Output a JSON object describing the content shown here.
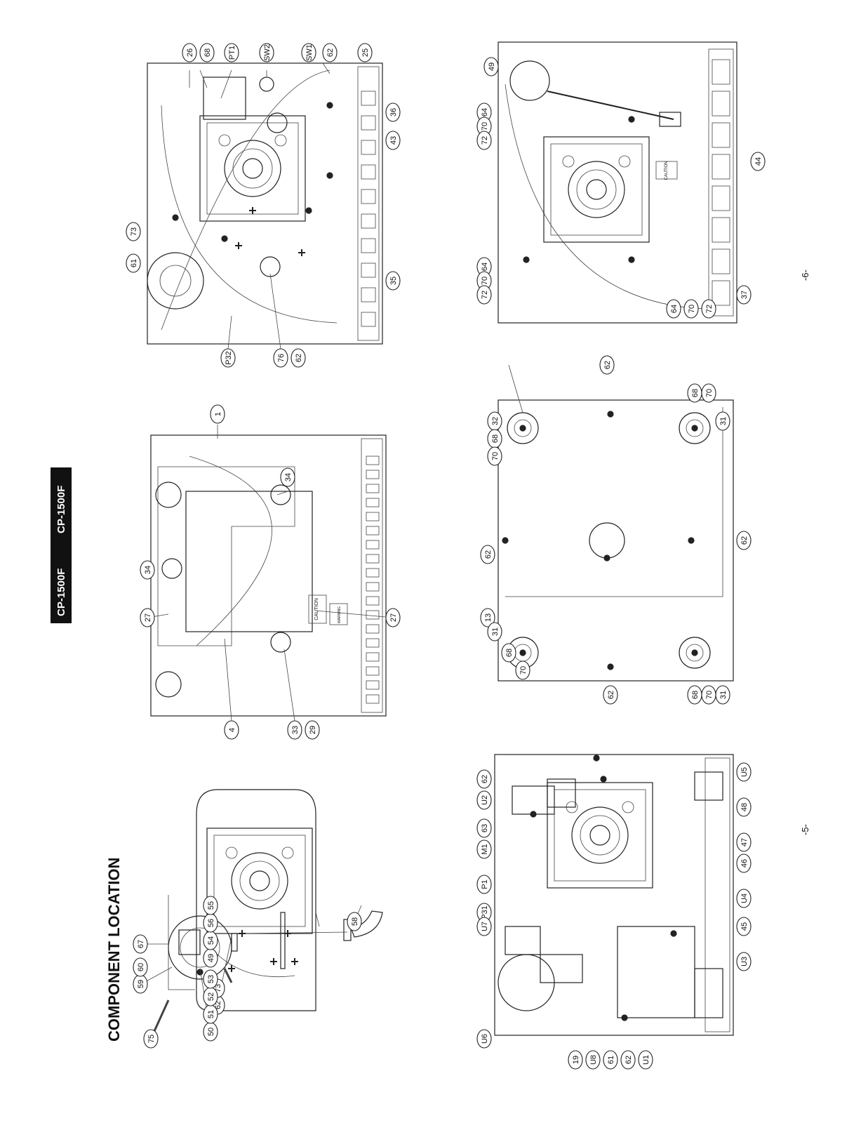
{
  "page_title": "COMPONENT LOCATION",
  "header_models": [
    "CP-1500F",
    "CP-1500F"
  ],
  "page_numbers": [
    "-5-",
    "-6-"
  ],
  "panels": {
    "arm_assembly": {
      "callouts": [
        "67",
        "59",
        "60",
        "62",
        "73",
        "58",
        "75",
        "50",
        "51",
        "52",
        "53",
        "49",
        "54",
        "56",
        "55"
      ]
    },
    "top_cover": {
      "callouts": [
        "1",
        "34",
        "34",
        "27",
        "27",
        "4",
        "33",
        "29"
      ],
      "label_caution": "CAUTION",
      "label_warning": "WARNING"
    },
    "chassis_top": {
      "callouts": [
        "26",
        "68",
        "PT1",
        "SW2",
        "SW1",
        "62",
        "25",
        "36",
        "43",
        "73",
        "61",
        "35",
        "P32",
        "76",
        "62"
      ]
    },
    "pcb_layout": {
      "callouts": [
        "62",
        "63",
        "M1",
        "U6",
        "U2",
        "P1",
        "P31",
        "U7",
        "U5",
        "48",
        "47",
        "46",
        "U4",
        "45",
        "U3",
        "61",
        "U8",
        "19",
        "62",
        "U1"
      ]
    },
    "bottom_view": {
      "callouts": [
        "32",
        "68",
        "70",
        "62",
        "68",
        "70",
        "31",
        "62",
        "13",
        "62",
        "31",
        "68",
        "70",
        "62",
        "68",
        "70",
        "31"
      ]
    },
    "front_view": {
      "callouts": [
        "49",
        "64",
        "70",
        "72",
        "64",
        "70",
        "72",
        "44",
        "64",
        "70",
        "72",
        "37"
      ],
      "label_caution": "CAUTION"
    }
  }
}
